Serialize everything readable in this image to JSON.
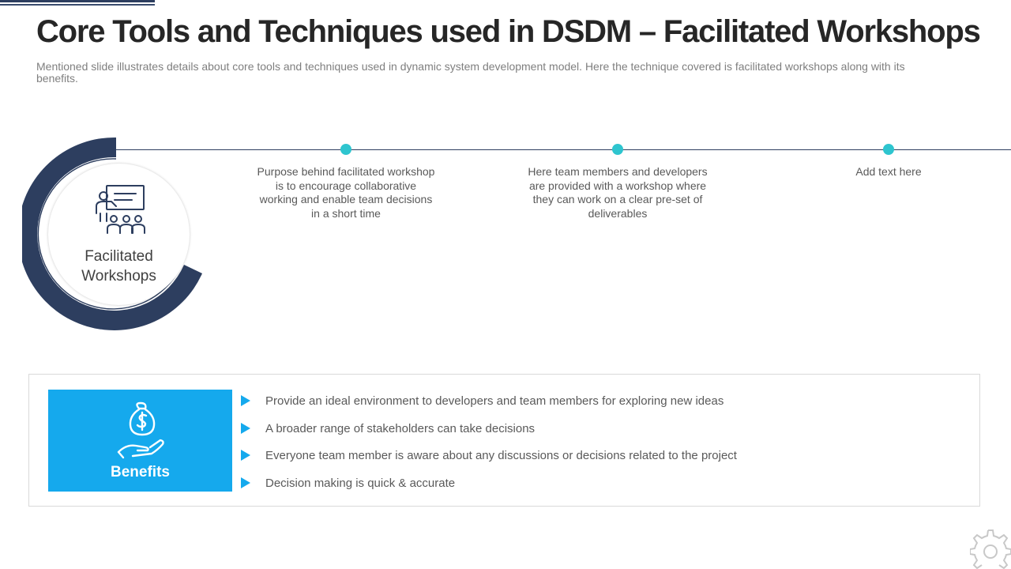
{
  "slide": {
    "title": "Core Tools and Techniques used in DSDM – Facilitated Workshops",
    "subtitle": "Mentioned slide illustrates details about core tools and techniques used in dynamic system development model. Here the technique covered is facilitated workshops along with its benefits."
  },
  "hub": {
    "label_line1": "Facilitated",
    "label_line2": "Workshops",
    "icon": "presentation-audience-icon"
  },
  "steps": [
    {
      "text": "Purpose behind facilitated workshop is to encourage collaborative working and enable team decisions in a short time"
    },
    {
      "text": "Here team members and developers are provided with a workshop where they can work on a clear pre-set of deliverables"
    },
    {
      "text": "Add text here"
    }
  ],
  "benefits": {
    "title": "Benefits",
    "icon": "money-bag-hand-icon",
    "items": [
      "Provide an ideal environment to developers and team members for exploring new ideas",
      "A broader range of stakeholders can take decisions",
      "Everyone team member is aware about any discussions or decisions related to the project",
      "Decision making is quick & accurate"
    ]
  },
  "colors": {
    "navy": "#2d3e5f",
    "teal": "#2ec5cf",
    "blue": "#15a9ed",
    "text": "#595959"
  }
}
